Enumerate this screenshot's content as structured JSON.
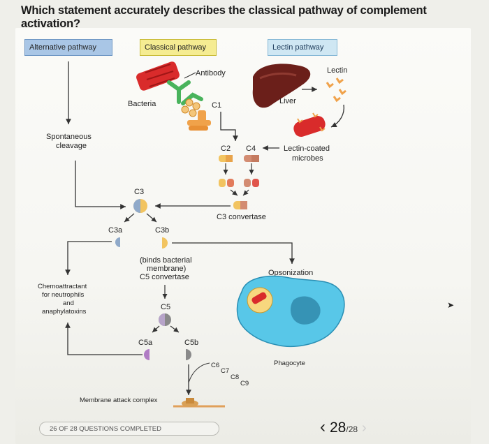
{
  "question": "Which statement accurately describes the classical pathway of complement activation?",
  "pathways": {
    "alternative": "Alternative pathway",
    "classical": "Classical pathway",
    "lectin": "Lectin pathway"
  },
  "labels": {
    "antibody": "Antibody",
    "bacteria": "Bacteria",
    "c1": "C1",
    "lectin": "Lectin",
    "liver": "Liver",
    "spontaneous_1": "Spontaneous",
    "spontaneous_2": "cleavage",
    "c2": "C2",
    "c4": "C4",
    "lectin_coated_1": "Lectin-coated",
    "lectin_coated_2": "microbes",
    "c3": "C3",
    "c3_convertase": "C3 convertase",
    "c3a": "C3a",
    "c3b": "C3b",
    "binds_1": "(binds bacterial",
    "binds_2": "membrane)",
    "c5_convertase": "C5 convertase",
    "opsonization": "Opsonization",
    "chemo_1": "Chemoattractant",
    "chemo_2": "for neutrophils",
    "chemo_3": "and",
    "chemo_4": "anaphylatoxins",
    "c5": "C5",
    "c5a": "C5a",
    "c5b": "C5b",
    "phagocyte": "Phagocyte",
    "c6": "C6",
    "c7": "C7",
    "c8": "C8",
    "c9": "C9",
    "mac": "Membrane attack complex"
  },
  "progress": "26 OF 28 QUESTIONS COMPLETED",
  "pager": {
    "prev": "‹",
    "current": "28",
    "total": "/28",
    "next": "›"
  },
  "colors": {
    "alt_pill": "#a9c6e6",
    "classical_pill": "#f5ec92",
    "lectin_pill": "#cfe7f3",
    "bacteria_red": "#d92b2b",
    "antibody_green": "#49b35c",
    "c1_orange": "#f0a24a",
    "liver_brown": "#6b1f1a",
    "phagocyte_blue": "#58c7e8"
  }
}
